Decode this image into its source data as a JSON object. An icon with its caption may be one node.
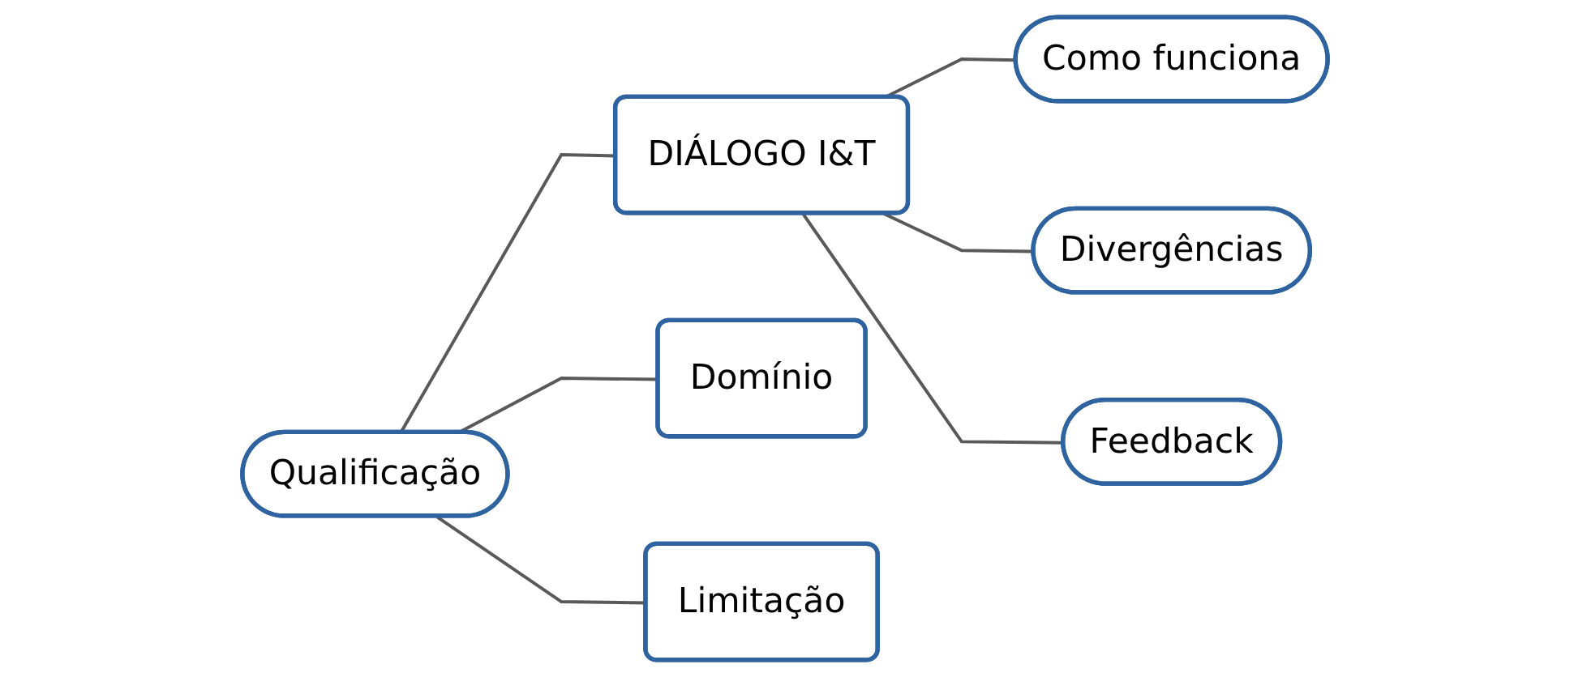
{
  "diagram": {
    "nodes": [
      {
        "text": [
          "Qualificação"
        ]
      },
      {
        "text": [
          "Como funciona"
        ]
      },
      {
        "text": [
          "DIÁLOGO I&T"
        ]
      },
      {
        "text": [
          "Divergências"
        ]
      },
      {
        "text": [
          "Domínio"
        ]
      },
      {
        "text": [
          "Limitação"
        ]
      },
      {
        "text": [
          "Feedback"
        ]
      }
    ],
    "edges": [
      {
        "from": 0,
        "to": 2,
        "arrow": "none"
      },
      {
        "from": 0,
        "to": 4,
        "arrow": "none"
      },
      {
        "from": 0,
        "to": 5,
        "arrow": "none"
      },
      {
        "from": 2,
        "to": 1,
        "arrow": "none"
      },
      {
        "from": 2,
        "to": 3,
        "arrow": "none"
      },
      {
        "from": 2,
        "to": 6,
        "arrow": "none"
      }
    ]
  }
}
